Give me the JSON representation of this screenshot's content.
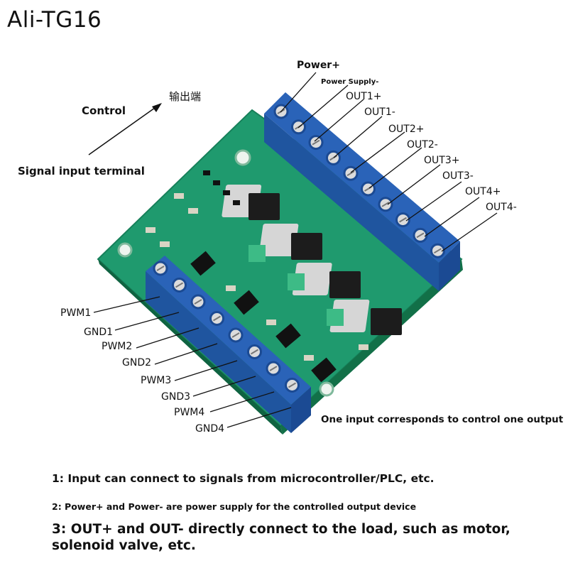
{
  "title": "Ali-TG16",
  "labels": {
    "power_plus": "Power+",
    "power_supply_minus": "Power Supply-",
    "control": "Control",
    "output_terminal_cn": "输出端",
    "signal_input_terminal": "Signal input terminal",
    "one_input_note": "One input corresponds to control one output"
  },
  "output_pins": [
    "OUT1+",
    "OUT1-",
    "OUT2+",
    "OUT2-",
    "OUT3+",
    "OUT3-",
    "OUT4+",
    "OUT4-"
  ],
  "input_pins": [
    "PWM1",
    "GND1",
    "PWM2",
    "GND2",
    "PWM3",
    "GND3",
    "PWM4",
    "GND4"
  ],
  "notes": [
    "1: Input can connect to signals from microcontroller/PLC, etc.",
    "2: Power+ and Power- are power supply for the controlled output device",
    "3: OUT+ and OUT- directly connect to the load, such as motor,",
    "solenoid valve, etc."
  ],
  "colors": {
    "pcb": "#1f9a6e",
    "terminal": "#2a63b8",
    "terminal_dark": "#1b4a93",
    "mosfet": "#1c1c1c",
    "pad": "#d9d4c4"
  }
}
